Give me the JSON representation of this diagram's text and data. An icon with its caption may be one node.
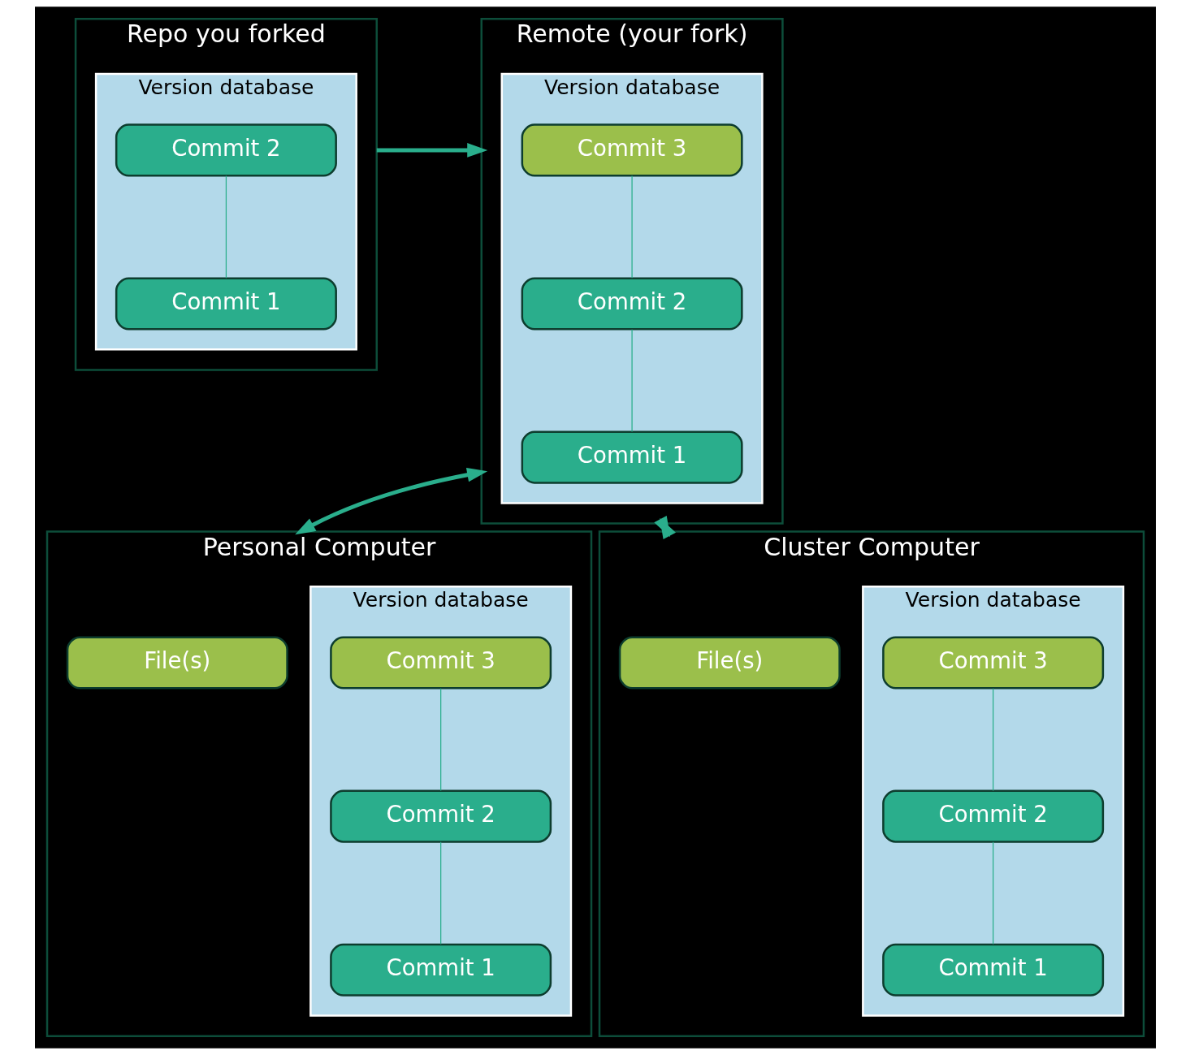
{
  "diagram": {
    "nodes": [
      {
        "text": [
          "Repo you forked"
        ]
      },
      {
        "text": [
          "Version database"
        ],
        "in": 0
      },
      {
        "text": [
          "Commit 2"
        ],
        "in": 1
      },
      {
        "text": [
          "Commit 1"
        ],
        "in": 1
      },
      {
        "text": [
          "Remote (your fork)"
        ]
      },
      {
        "text": [
          "Version database"
        ],
        "in": 4
      },
      {
        "text": [
          "Commit 3"
        ],
        "in": 5
      },
      {
        "text": [
          "Commit 2"
        ],
        "in": 5
      },
      {
        "text": [
          "Commit 1"
        ],
        "in": 5
      },
      {
        "text": [
          "Personal Computer"
        ]
      },
      {
        "text": [
          "File(s)"
        ],
        "in": 9
      },
      {
        "text": [
          "Version database"
        ],
        "in": 9
      },
      {
        "text": [
          "Commit 3"
        ],
        "in": 11
      },
      {
        "text": [
          "Commit 2"
        ],
        "in": 11
      },
      {
        "text": [
          "Commit 1"
        ],
        "in": 11
      },
      {
        "text": [
          "Cluster Computer"
        ]
      },
      {
        "text": [
          "File(s)"
        ],
        "in": 15
      },
      {
        "text": [
          "Version database"
        ],
        "in": 15
      },
      {
        "text": [
          "Commit 3"
        ],
        "in": 17
      },
      {
        "text": [
          "Commit 2"
        ],
        "in": 17
      },
      {
        "text": [
          "Commit 1"
        ],
        "in": 17
      }
    ],
    "edges": [
      {
        "from": 2,
        "to": 3,
        "arrow": "none"
      },
      {
        "from": 0,
        "to": 4,
        "arrow": "to",
        "style": "thick"
      },
      {
        "from": 6,
        "to": 7,
        "arrow": "none"
      },
      {
        "from": 7,
        "to": 8,
        "arrow": "none"
      },
      {
        "from": 4,
        "to": 9,
        "arrow": "both",
        "style": "thick"
      },
      {
        "from": 4,
        "to": 15,
        "arrow": "both",
        "style": "thick"
      },
      {
        "from": 12,
        "to": 13,
        "arrow": "none"
      },
      {
        "from": 13,
        "to": 14,
        "arrow": "none"
      },
      {
        "from": 18,
        "to": 19,
        "arrow": "none"
      },
      {
        "from": 19,
        "to": 20,
        "arrow": "none"
      }
    ]
  }
}
